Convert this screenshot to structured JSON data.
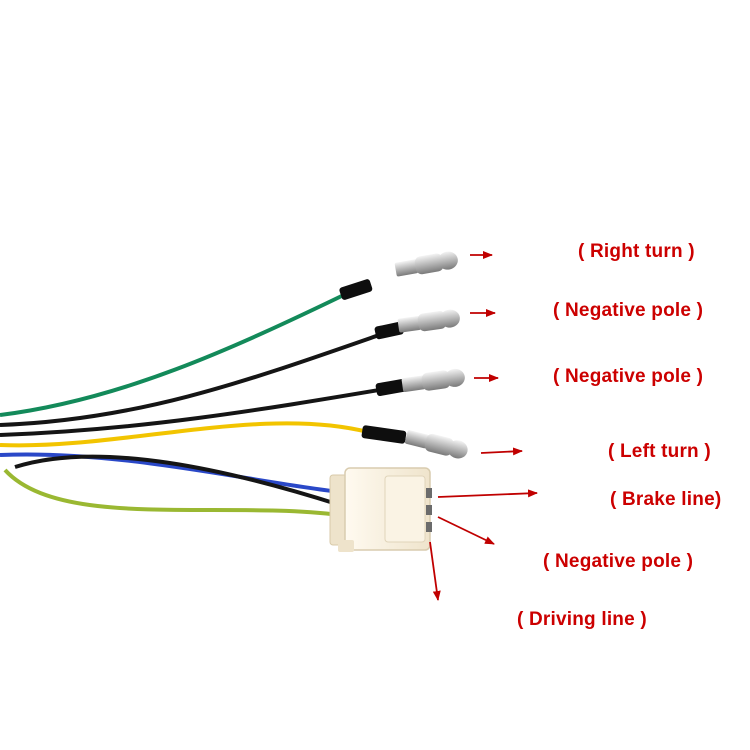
{
  "colors": {
    "label": "#cc0000",
    "arrow": "#c00000",
    "wire_green": "#138a5a",
    "wire_black": "#151515",
    "wire_yellow": "#f2c400",
    "wire_blue": "#2a48c8",
    "wire_yellow_green": "#9ab832",
    "connector_body": "#f8f1e2",
    "terminal_metal": "#c9c9c9"
  },
  "labels": {
    "right_turn": "( Right turn )",
    "negative_pole_1": "( Negative pole )",
    "negative_pole_2": "( Negative pole )",
    "left_turn": "( Left turn )",
    "brake_line": "( Brake line)",
    "negative_pole_3": "( Negative pole )",
    "driving_line": "( Driving line )"
  }
}
